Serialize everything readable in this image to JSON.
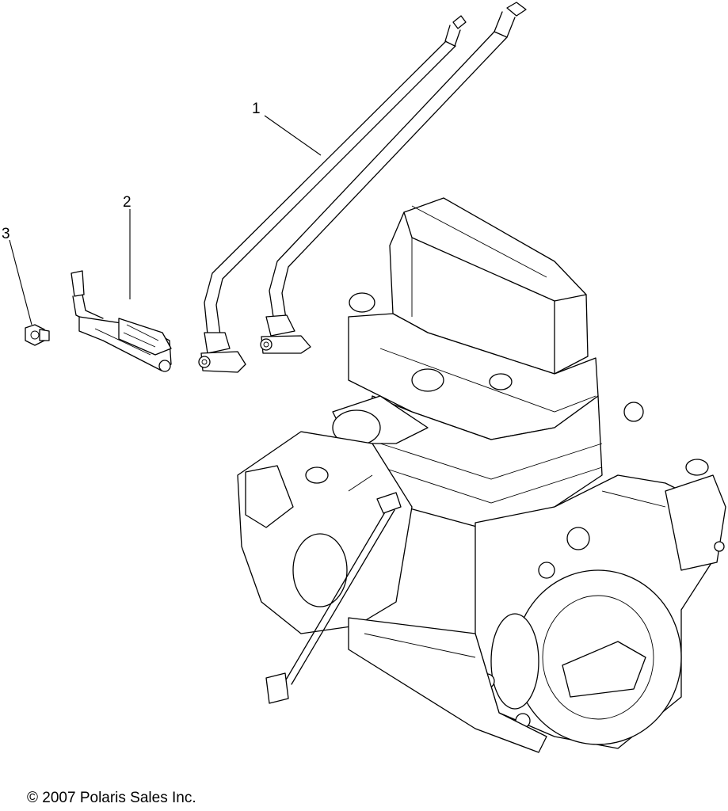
{
  "callouts": [
    {
      "number": "1",
      "part": "spark-plug-wire"
    },
    {
      "number": "2",
      "part": "clamp-hose-assembly"
    },
    {
      "number": "3",
      "part": "nut"
    }
  ],
  "copyright": "© 2007 Polaris Sales Inc.",
  "colors": {
    "line": "#000000",
    "background": "#ffffff"
  }
}
